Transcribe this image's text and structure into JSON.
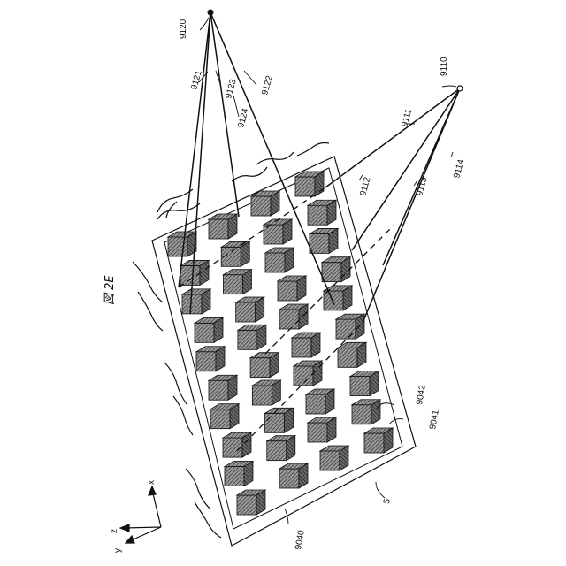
{
  "figure": {
    "caption": "図 2E"
  },
  "labels": {
    "source_top": "9120",
    "source_right": "9110",
    "ray_9121": "9121",
    "ray_9122": "9122",
    "ray_9123": "9123",
    "ray_9124": "9124",
    "ray_9111": "9111",
    "ray_9112": "9112",
    "ray_9113": "9113",
    "ray_9114": "9114",
    "element_a": "9042",
    "element_b": "9041",
    "array_ref": "9040",
    "substrate_ref": "5"
  },
  "axes": {
    "x": "x",
    "y": "y",
    "z": "z"
  },
  "grid": {
    "rows": 4,
    "blocks_per_row": 10
  },
  "colors": {
    "line": "#111111",
    "block_top": "#8a8a8a",
    "block_side": "#5a5a5a"
  }
}
